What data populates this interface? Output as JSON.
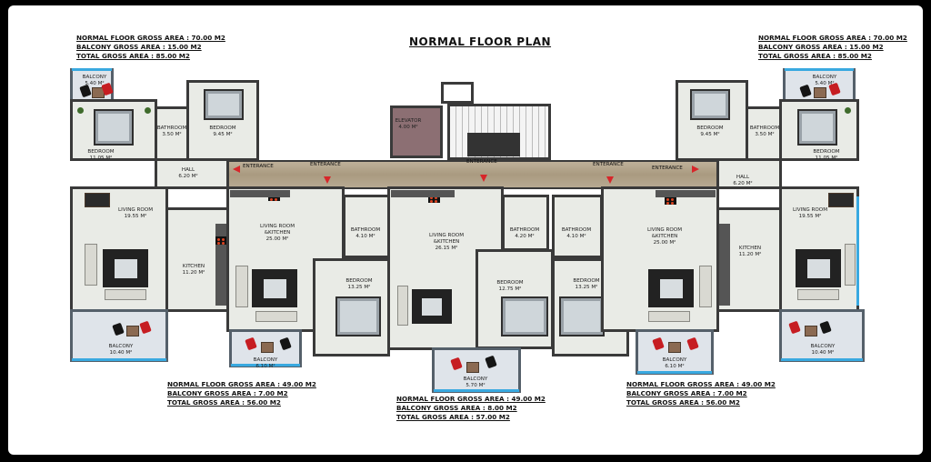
{
  "title": "NORMAL FLOOR PLAN",
  "legends": {
    "top_left": [
      "NORMAL FLOOR GROSS AREA : 70.00 M2",
      "BALCONY GROSS AREA : 15.00 M2",
      "TOTAL GROSS AREA : 85.00 M2"
    ],
    "top_right": [
      "NORMAL FLOOR GROSS AREA : 70.00 M2",
      "BALCONY GROSS AREA : 15.00 M2",
      "TOTAL GROSS AREA : 85.00 M2"
    ],
    "bottom_left": [
      "NORMAL FLOOR GROSS AREA : 49.00 M2",
      "BALCONY GROSS AREA : 7.00 M2",
      "TOTAL GROSS AREA : 56.00 M2"
    ],
    "bottom_center": [
      "NORMAL FLOOR GROSS AREA : 49.00 M2",
      "BALCONY GROSS AREA : 8.00 M2",
      "TOTAL GROSS AREA : 57.00 M2"
    ],
    "bottom_right": [
      "NORMAL FLOOR GROSS AREA : 49.00 M2",
      "BALCONY GROSS AREA : 7.00 M2",
      "TOTAL GROSS AREA : 56.00 M2"
    ]
  },
  "entrance_label": "ENTERANCE",
  "elevator": {
    "name": "ELEVATOR",
    "area": "4.00 M²"
  },
  "rooms": {
    "l_balcony_top": {
      "name": "BALCONY",
      "area": "5.40 M²"
    },
    "l_bedroom_small": {
      "name": "BEDROOM",
      "area": "9.45 M²"
    },
    "l_bathroom": {
      "name": "BATHROOM",
      "area": "3.50 M²"
    },
    "l_bedroom_big": {
      "name": "BEDROOM",
      "area": "11.05 M²"
    },
    "l_hall": {
      "name": "HALL",
      "area": "6.20 M²"
    },
    "l_living": {
      "name": "LIVING ROOM",
      "area": "19.55 M²"
    },
    "l_kitchen": {
      "name": "KITCHEN",
      "area": "11.20 M²"
    },
    "l_balcony_bottom": {
      "name": "BALCONY",
      "area": "10.40 M²"
    },
    "r_balcony_top": {
      "name": "BALCONY",
      "area": "5.40 M²"
    },
    "r_bedroom_small": {
      "name": "BEDROOM",
      "area": "9.45 M²"
    },
    "r_bathroom": {
      "name": "BATHROOM",
      "area": "3.50 M²"
    },
    "r_bedroom_big": {
      "name": "BEDROOM",
      "area": "11.05 M²"
    },
    "r_hall": {
      "name": "HALL",
      "area": "6.20 M²"
    },
    "r_living": {
      "name": "LIVING ROOM",
      "area": "19.55 M²"
    },
    "r_kitchen": {
      "name": "KITCHEN",
      "area": "11.20 M²"
    },
    "r_balcony_bottom": {
      "name": "BALCONY",
      "area": "10.40 M²"
    },
    "cl_living": {
      "name": "LIVING ROOM",
      "name2": "&KITCHEN",
      "area": "25.00 M²"
    },
    "cl_bathroom": {
      "name": "BATHROOM",
      "area": "4.10 M²"
    },
    "cl_bedroom": {
      "name": "BEDROOM",
      "area": "13.25 M²"
    },
    "cl_balcony": {
      "name": "BALCONY",
      "area": "6.10 M²"
    },
    "c_living": {
      "name": "LIVING ROOM",
      "name2": "&KITCHEN",
      "area": "26.15 M²"
    },
    "c_bathroom": {
      "name": "BATHROOM",
      "area": "4.20 M²"
    },
    "c_bedroom": {
      "name": "BEDROOM",
      "area": "12.75 M²"
    },
    "c_balcony": {
      "name": "BALCONY",
      "area": "5.70 M²"
    },
    "cr_living": {
      "name": "LIVING ROOM",
      "name2": "&KITCHEN",
      "area": "25.00 M²"
    },
    "cr_bathroom": {
      "name": "BATHROOM",
      "area": "4.10 M²"
    },
    "cr_bedroom": {
      "name": "BEDROOM",
      "area": "13.25 M²"
    },
    "cr_balcony": {
      "name": "BALCONY",
      "area": "6.10 M²"
    }
  },
  "colors": {
    "accent_glass": "#39a9e0",
    "entrance_arrow": "#d7262a",
    "elevator": "#8c6f73",
    "corridor": "#b3a58c"
  }
}
